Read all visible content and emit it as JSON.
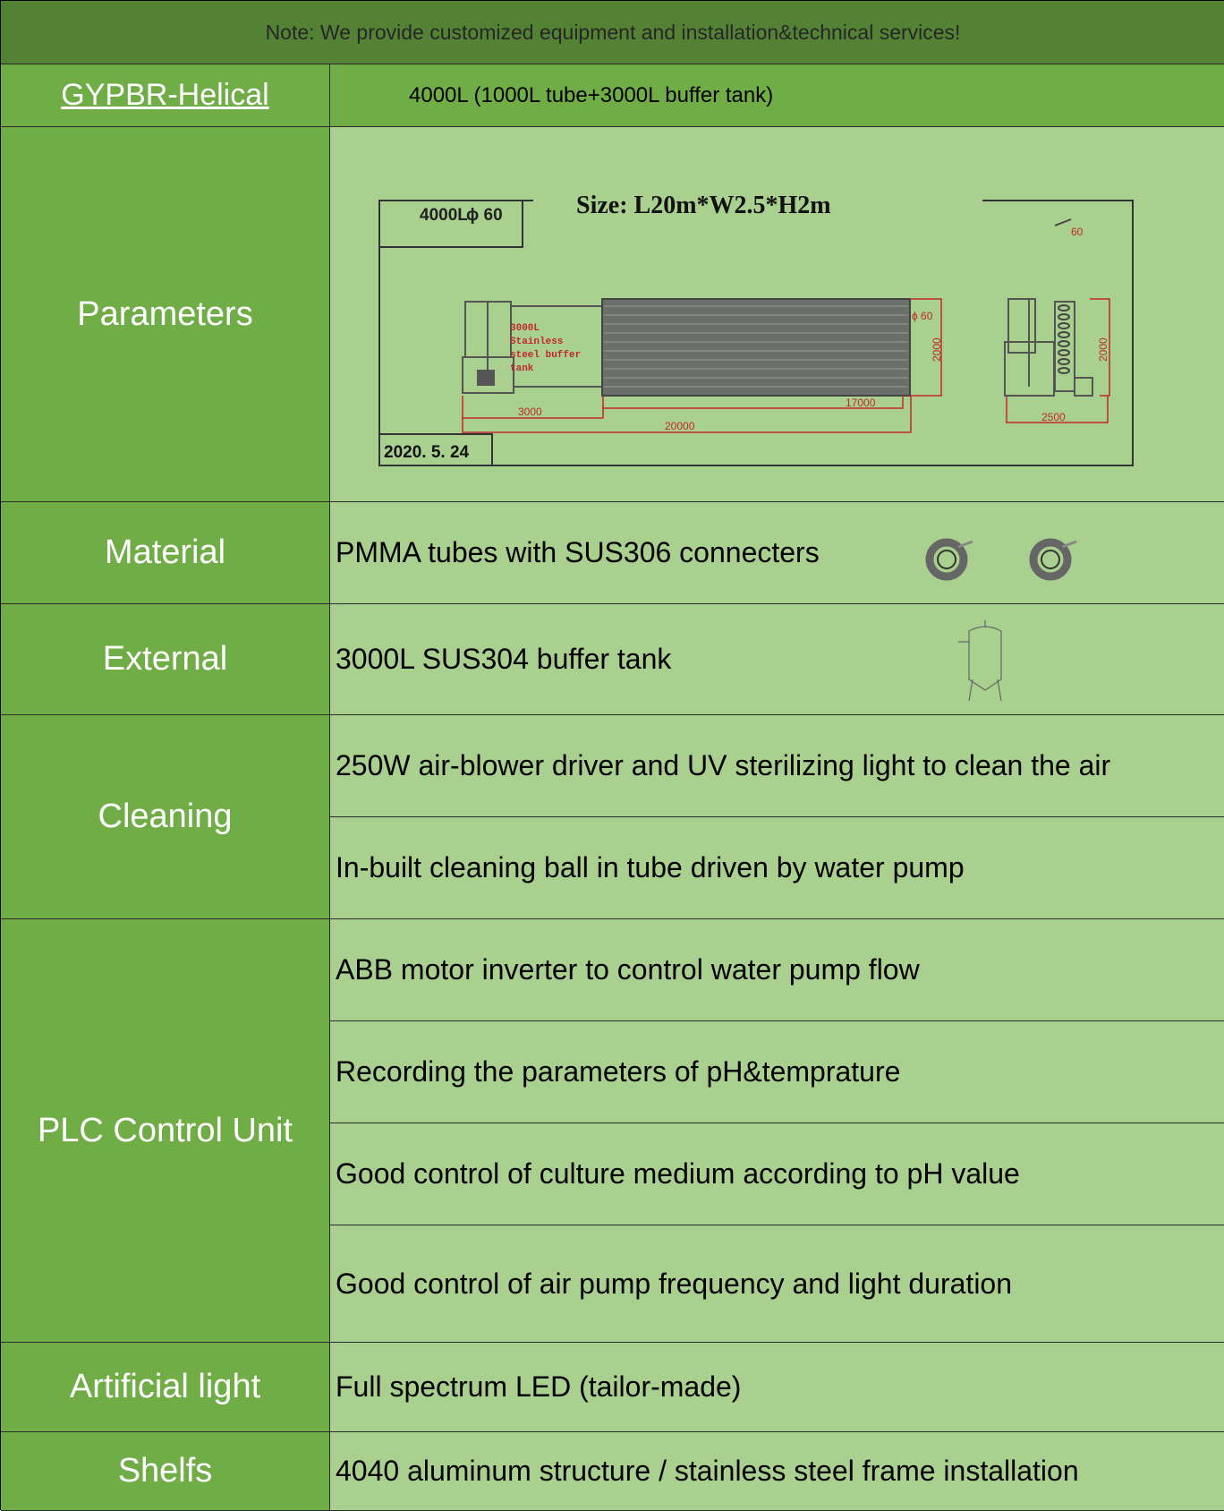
{
  "note": "Note: We provide customized equipment and installation&technical services!",
  "model": {
    "name": "GYPBR-Helical",
    "capacity": "4000L (1000L tube+3000L buffer tank)"
  },
  "rows": {
    "parameters": {
      "label": "Parameters",
      "drawing": {
        "title": "Size: L20m*W2.5*H2m",
        "volume": "4000L",
        "diameter": "ϕ 60",
        "tank_note": [
          "3000L",
          "Stainless",
          "steel buffer",
          "tank"
        ],
        "dim_pipe": "ϕ 60",
        "dim_height": "2000",
        "dim_tube_length": "17000",
        "dim_tank_length": "3000",
        "dim_total_length": "20000",
        "dim_width": "2500",
        "dim_height_side": "2000",
        "detail_marker": "60",
        "date": "2020. 5. 24"
      }
    },
    "material": {
      "label": "Material",
      "value": "PMMA tubes with SUS306 connecters"
    },
    "external": {
      "label": "External",
      "value": "3000L SUS304 buffer tank"
    },
    "cleaning": {
      "label": "Cleaning",
      "values": [
        "250W air-blower driver and UV sterilizing light to clean the air",
        "In-built cleaning ball in tube driven by water pump"
      ]
    },
    "plc": {
      "label": "PLC Control Unit",
      "values": [
        "ABB motor inverter to control water pump flow",
        "Recording the parameters of pH&temprature",
        "Good control of culture medium according to pH value",
        "Good control of air pump frequency and light duration"
      ]
    },
    "light": {
      "label": "Artificial light",
      "value": "Full spectrum LED  (tailor-made)"
    },
    "shelfs": {
      "label": "Shelfs",
      "value": "4040 aluminum structure / stainless steel frame installation"
    }
  },
  "colors": {
    "header": "#548235",
    "label": "#70ad47",
    "content": "#a9d08e",
    "dimension": "#c0282d"
  }
}
